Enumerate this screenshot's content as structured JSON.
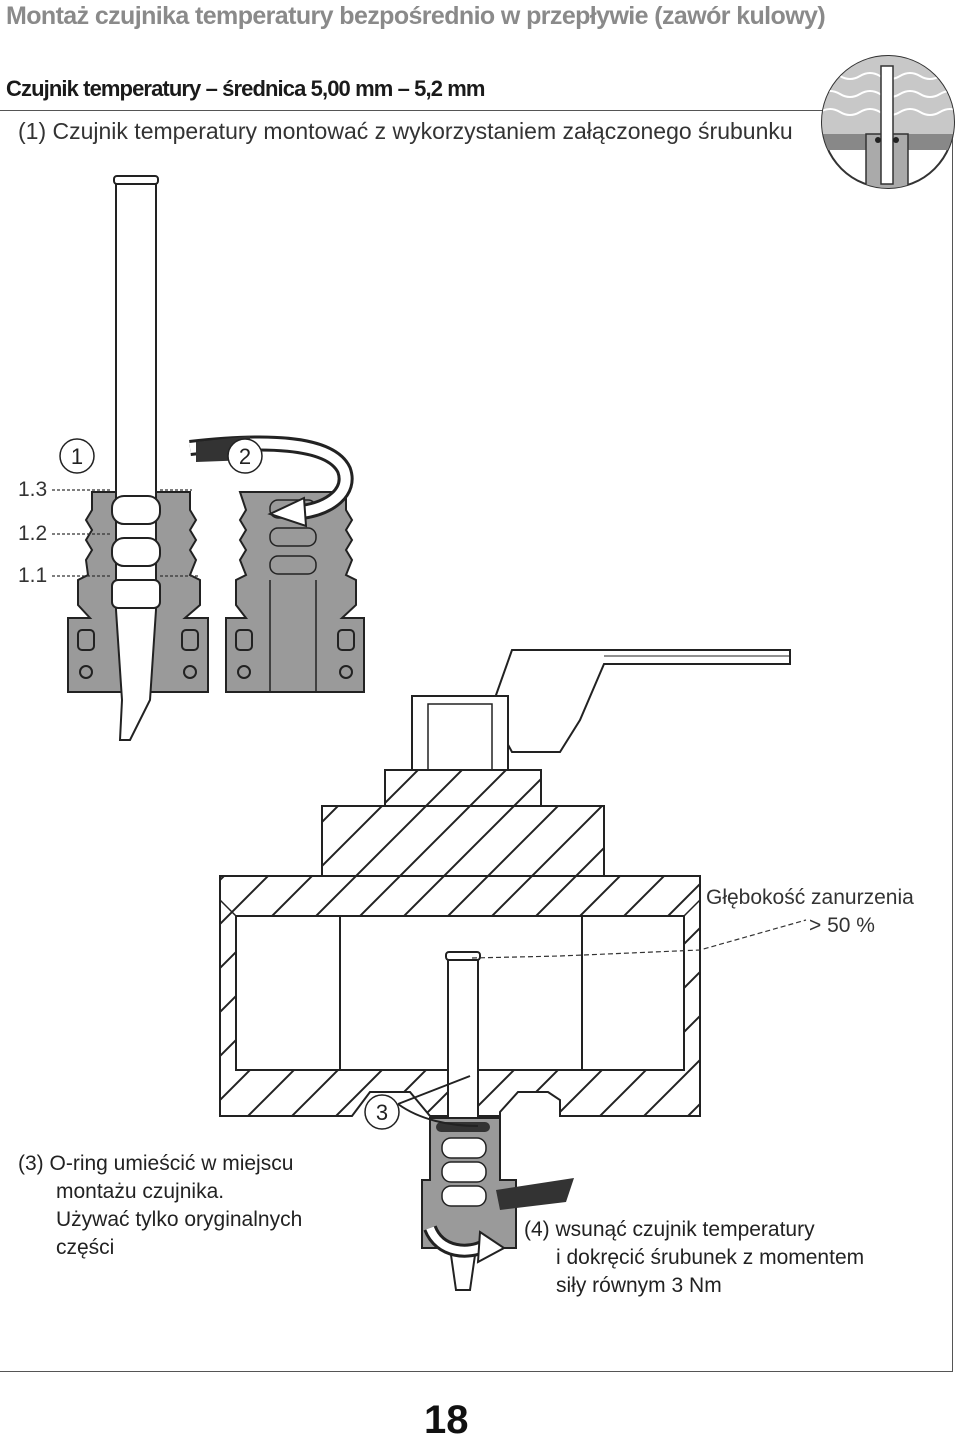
{
  "header": {
    "title": "Montaż czujnika temperatury bezpośrednio w przepływie (zawór kulowy)",
    "subtitle": "Czujnik temperatury – średnica 5,00 mm – 5,2 mm"
  },
  "step1": {
    "text": "(1) Czujnik temperatury montować z wykorzystaniem załączonego śrubunku"
  },
  "fitting_labels": {
    "l13": "1.3",
    "l12": "1.2",
    "l11": "1.1"
  },
  "callouts": {
    "c1": "1",
    "c2": "2",
    "c3": "3"
  },
  "depth": {
    "label": "Głębokość zanurzenia",
    "value": "> 50 %"
  },
  "note3": {
    "line1": "(3) O-ring umieścić w miejscu",
    "line2": "montażu czujnika.",
    "line3": "Używać tylko oryginalnych",
    "line4": "części"
  },
  "note4": {
    "line1": "(4) wsunąć czujnik temperatury",
    "line2": "i dokręcić śrubunek z momentem",
    "line3": "siły równym 3 Nm"
  },
  "footer": {
    "page_number": "18"
  },
  "colors": {
    "fitting_gray": "#9a9a9a",
    "outline": "#222222",
    "title_gray": "#8a8a8a"
  }
}
